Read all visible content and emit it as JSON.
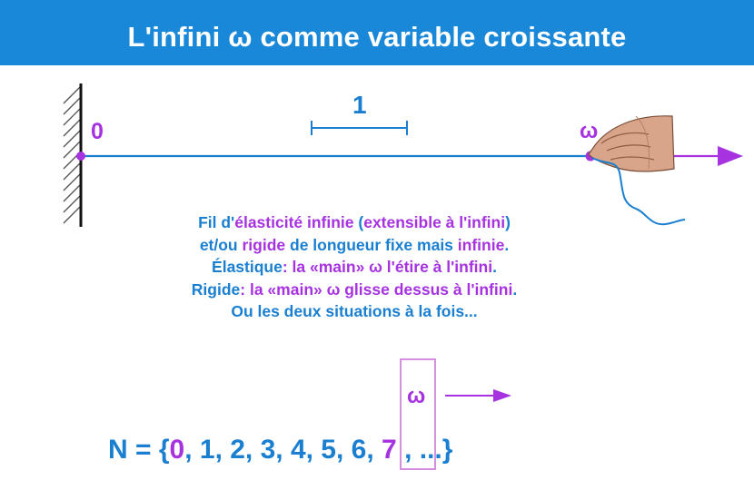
{
  "title": "L'infini ω comme variable croissante",
  "diagram": {
    "origin_label": "0",
    "unit_label": "1",
    "omega_label": "ω",
    "box_omega_label": "ω"
  },
  "description": {
    "line1": {
      "a": "Fil d'",
      "b": "élasticité infinie",
      "c": " (",
      "d": "extensible à l'infini",
      "e": ")"
    },
    "line2": {
      "a": "et/ou ",
      "b": "rigide",
      "c": " de longueur fixe mais ",
      "d": "infinie",
      "e": "."
    },
    "line3": {
      "a": "Élastique",
      "b": ": la «main» ω l'étire à l'infini",
      "c": "."
    },
    "line4": {
      "a": "Rigide",
      "b": ": la «main» ω glisse dessus à l'infini",
      "c": "."
    },
    "line5": {
      "a": "Ou les deux situations à la fois..."
    }
  },
  "set_notation": {
    "prefix": "N = {",
    "zero": "0",
    "middle": ", 1, 2, 3, 4, 5, 6,",
    "seven": "7",
    "suffix": ", ...}"
  },
  "colors": {
    "title_bg": "#1a88d8",
    "blue": "#1a7fd0",
    "purple": "#a632e0"
  }
}
